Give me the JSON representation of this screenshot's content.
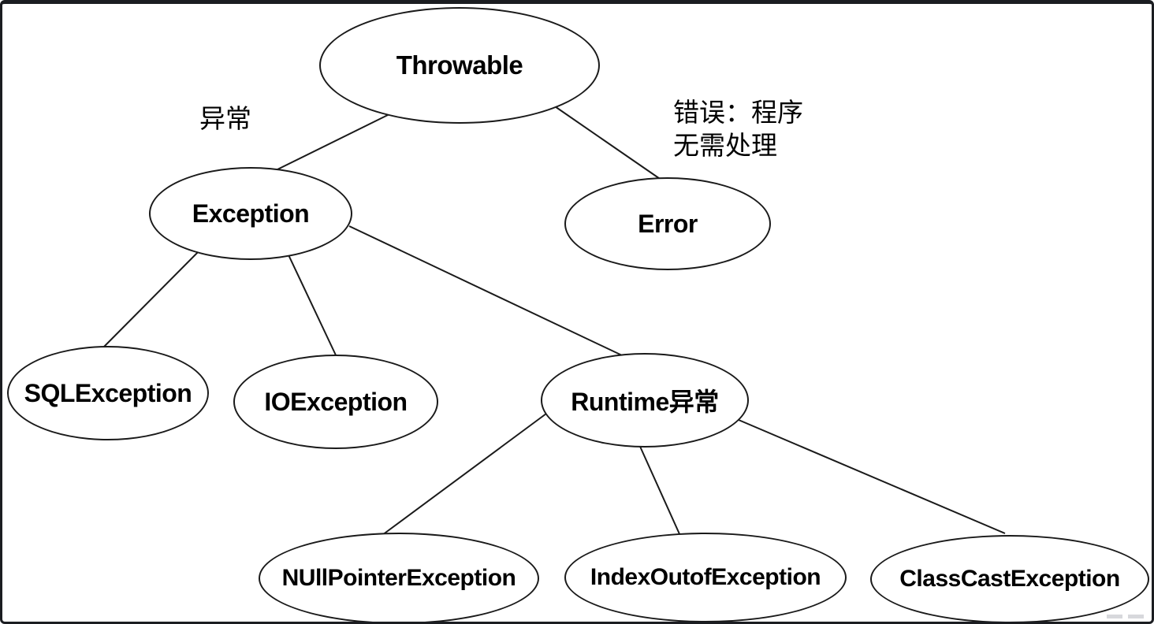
{
  "diagram": {
    "type": "tree",
    "nodes": [
      {
        "id": "throwable",
        "label": "Throwable"
      },
      {
        "id": "exception",
        "label": "Exception"
      },
      {
        "id": "error",
        "label": "Error"
      },
      {
        "id": "sqlexception",
        "label": "SQLException"
      },
      {
        "id": "ioexception",
        "label": "IOException"
      },
      {
        "id": "runtime",
        "label": "Runtime异常"
      },
      {
        "id": "nullpointer",
        "label": "NUllPointerException"
      },
      {
        "id": "indexoutof",
        "label": "IndexOutofException"
      },
      {
        "id": "classcast",
        "label": "ClassCastException"
      }
    ],
    "edges": [
      {
        "from": "throwable",
        "to": "exception"
      },
      {
        "from": "throwable",
        "to": "error"
      },
      {
        "from": "exception",
        "to": "sqlexception"
      },
      {
        "from": "exception",
        "to": "ioexception"
      },
      {
        "from": "exception",
        "to": "runtime"
      },
      {
        "from": "runtime",
        "to": "nullpointer"
      },
      {
        "from": "runtime",
        "to": "indexoutof"
      },
      {
        "from": "runtime",
        "to": "classcast"
      }
    ],
    "annotations": [
      {
        "id": "exception-note",
        "text": "异常"
      },
      {
        "id": "error-note",
        "text": "错误：程序\n无需处理"
      }
    ],
    "colors": {
      "stroke": "#1a1a1a",
      "text": "#000000",
      "background": "#ffffff"
    }
  }
}
